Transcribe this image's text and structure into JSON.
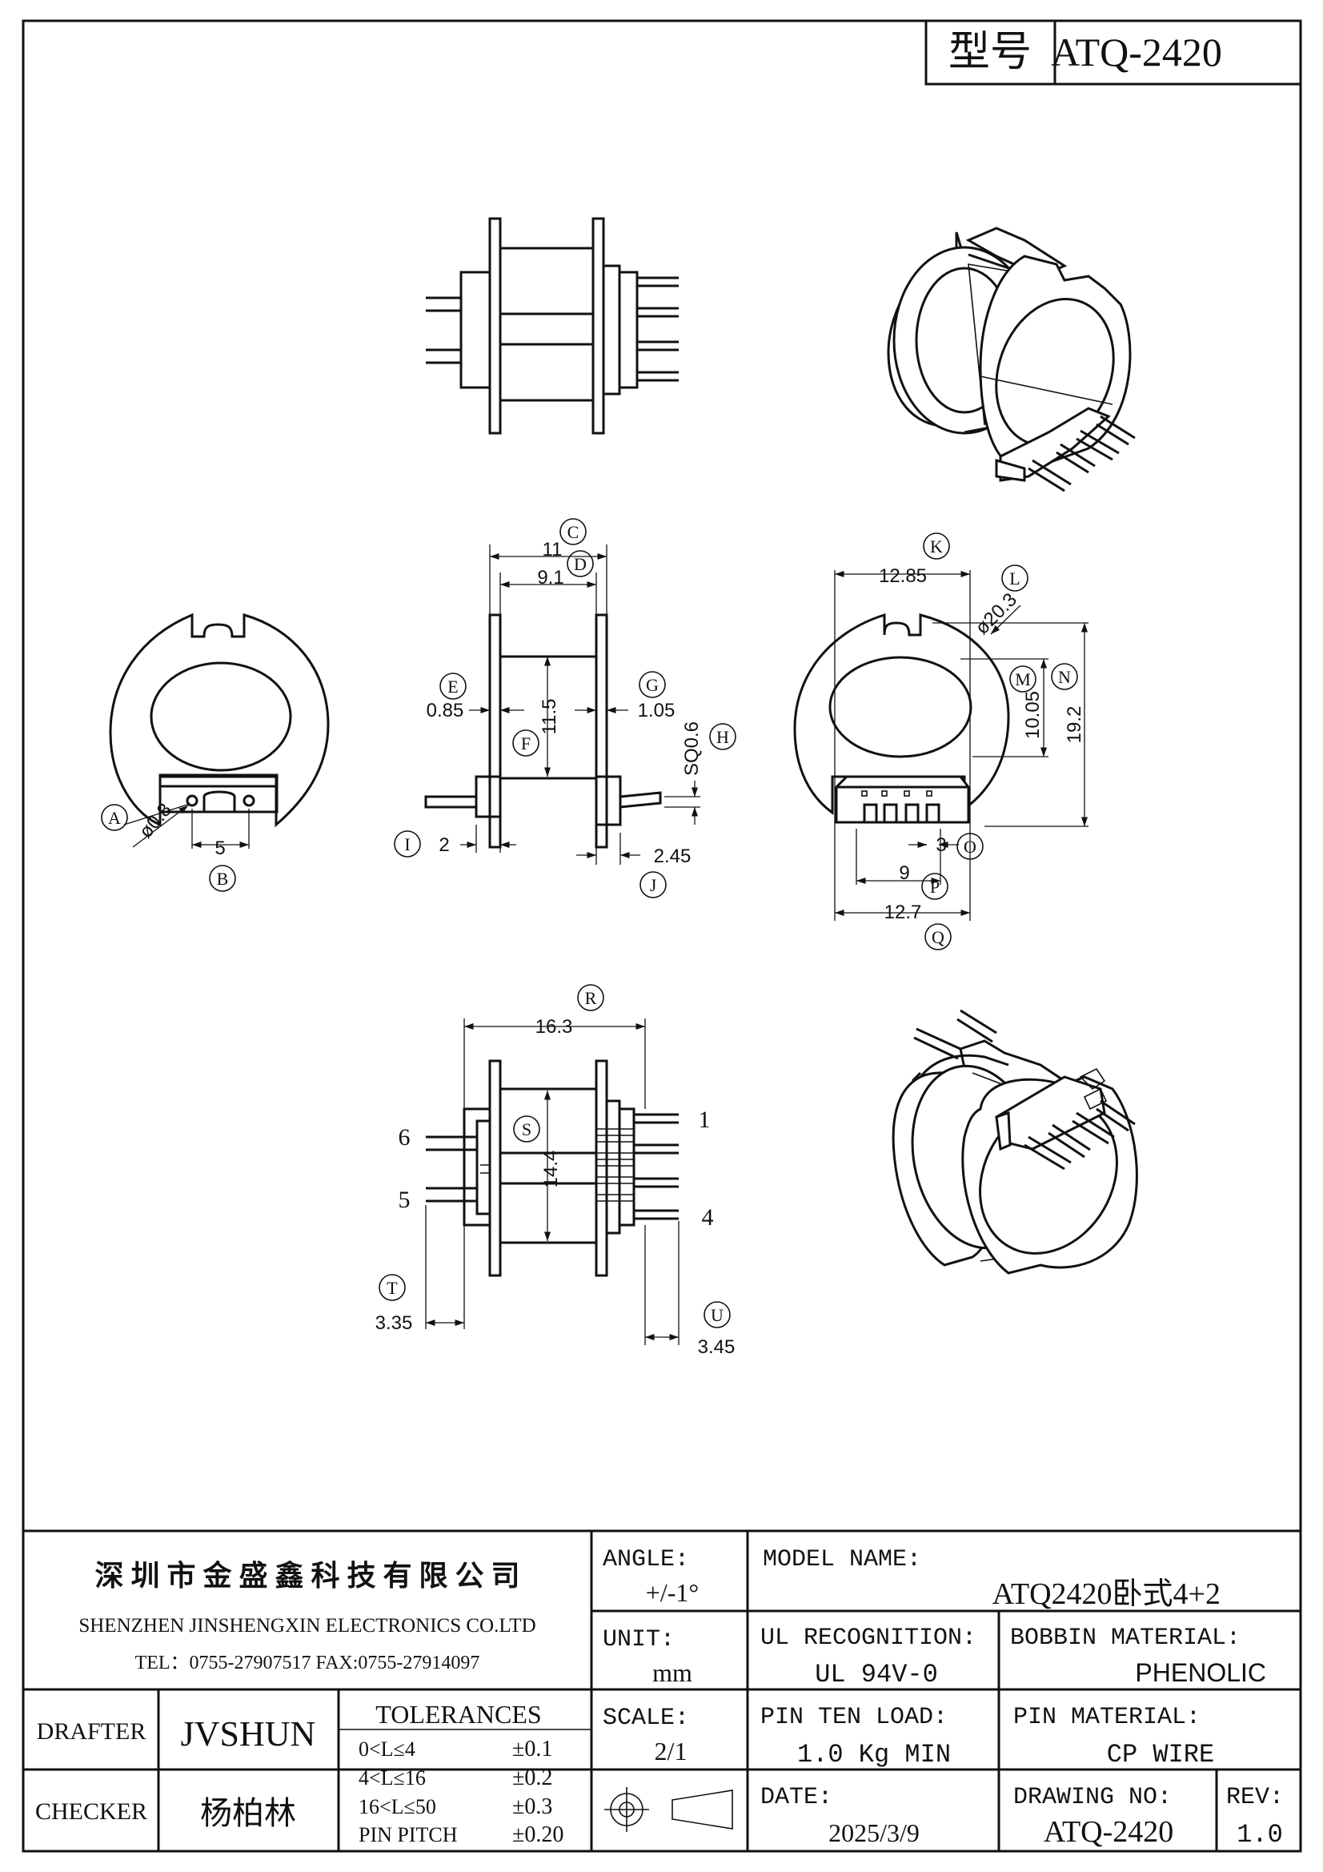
{
  "title_block_top": {
    "label": "型号",
    "value": "ATQ-2420"
  },
  "dimension_labels": {
    "C": "C",
    "D": "D",
    "E": "E",
    "F": "F",
    "G": "G",
    "H": "H",
    "I": "I",
    "J": "J",
    "A": "A",
    "B": "B",
    "K": "K",
    "L": "L",
    "M": "M",
    "N": "N",
    "O": "O",
    "P": "P",
    "Q": "Q",
    "R": "R",
    "S": "S",
    "T": "T",
    "U": "U"
  },
  "dimensions": {
    "C": "11",
    "D": "9.1",
    "E": "0.85",
    "F": "11.5",
    "G": "1.05",
    "H": "SQ0.6",
    "I": "2",
    "J": "2.45",
    "A": "ø0.8",
    "B": "5",
    "K": "12.85",
    "L": "ø20.3",
    "M": "10.05",
    "N": "19.2",
    "O": "3",
    "P": "9",
    "Q": "12.7",
    "R": "16.3",
    "S": "14.4",
    "T": "3.35",
    "U": "3.45"
  },
  "pin_numbers": {
    "p1": "1",
    "p4": "4",
    "p5": "5",
    "p6": "6"
  },
  "company": {
    "name_cn": "深 圳 市 金 盛 鑫 科 技 有 限 公 司",
    "name_en": "SHENZHEN JINSHENGXIN ELECTRONICS CO.LTD",
    "contact": "TEL：0755-27907517   FAX:0755-27914097"
  },
  "angle": {
    "label": "ANGLE:",
    "value": "+/-1°"
  },
  "unit": {
    "label": "UNIT:",
    "value": "mm"
  },
  "scale": {
    "label": "SCALE:",
    "value": "2/1"
  },
  "model_name": {
    "label": "MODEL NAME:",
    "value": "ATQ2420卧式4+2"
  },
  "ul_recognition": {
    "label": "UL RECOGNITION:",
    "value": "UL 94V-0"
  },
  "bobbin_material": {
    "label": "BOBBIN MATERIAL:",
    "value": "PHENOLIC"
  },
  "pin_ten_load": {
    "label": "PIN TEN LOAD:",
    "value": "1.0 Kg MIN"
  },
  "pin_material": {
    "label": "PIN MATERIAL:",
    "value": "CP WIRE"
  },
  "date": {
    "label": "DATE:",
    "value": "2025/3/9"
  },
  "drawing_no": {
    "label": "DRAWING NO:",
    "value": "ATQ-2420"
  },
  "rev": {
    "label": "REV:",
    "value": "1.0"
  },
  "drafter": {
    "label": "DRAFTER",
    "value": "JVSHUN"
  },
  "checker": {
    "label": "CHECKER",
    "value": "杨柏林"
  },
  "tolerances": {
    "title": "TOLERANCES",
    "rows": [
      {
        "range": "0<L≤4",
        "tol": "±0.1"
      },
      {
        "range": "4<L≤16",
        "tol": "±0.2"
      },
      {
        "range": "16<L≤50",
        "tol": "±0.3"
      },
      {
        "range": "PIN PITCH",
        "tol": "±0.20"
      }
    ]
  }
}
